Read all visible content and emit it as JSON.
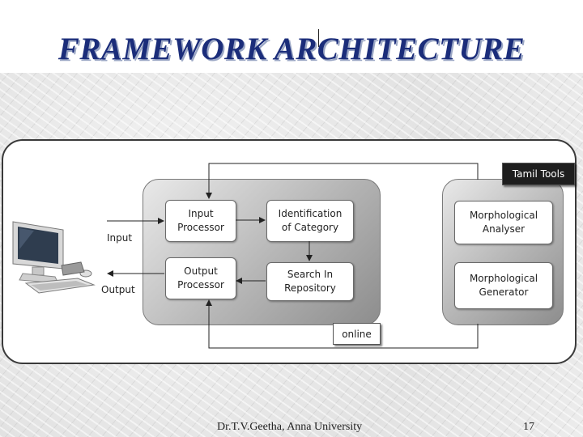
{
  "slide": {
    "title": "FRAMEWORK ARCHITECTURE",
    "author": "Dr.T.V.Geetha, Anna University",
    "page_number": "17"
  },
  "diagram": {
    "labels": {
      "input": "Input",
      "output": "Output"
    },
    "boxes": {
      "input_processor": "Input\nProcessor",
      "identification": "Identification\nof Category",
      "output_processor": "Output\nProcessor",
      "search_repository": "Search In\nRepository",
      "morph_analyser": "Morphological\nAnalyser",
      "morph_generator": "Morphological\nGenerator"
    },
    "tags": {
      "tamil_tools": "Tamil Tools",
      "online": "online"
    }
  },
  "colors": {
    "title": "#1b2d7a",
    "panel": "#a9a9a9",
    "frame_border": "#3a3a3a"
  }
}
